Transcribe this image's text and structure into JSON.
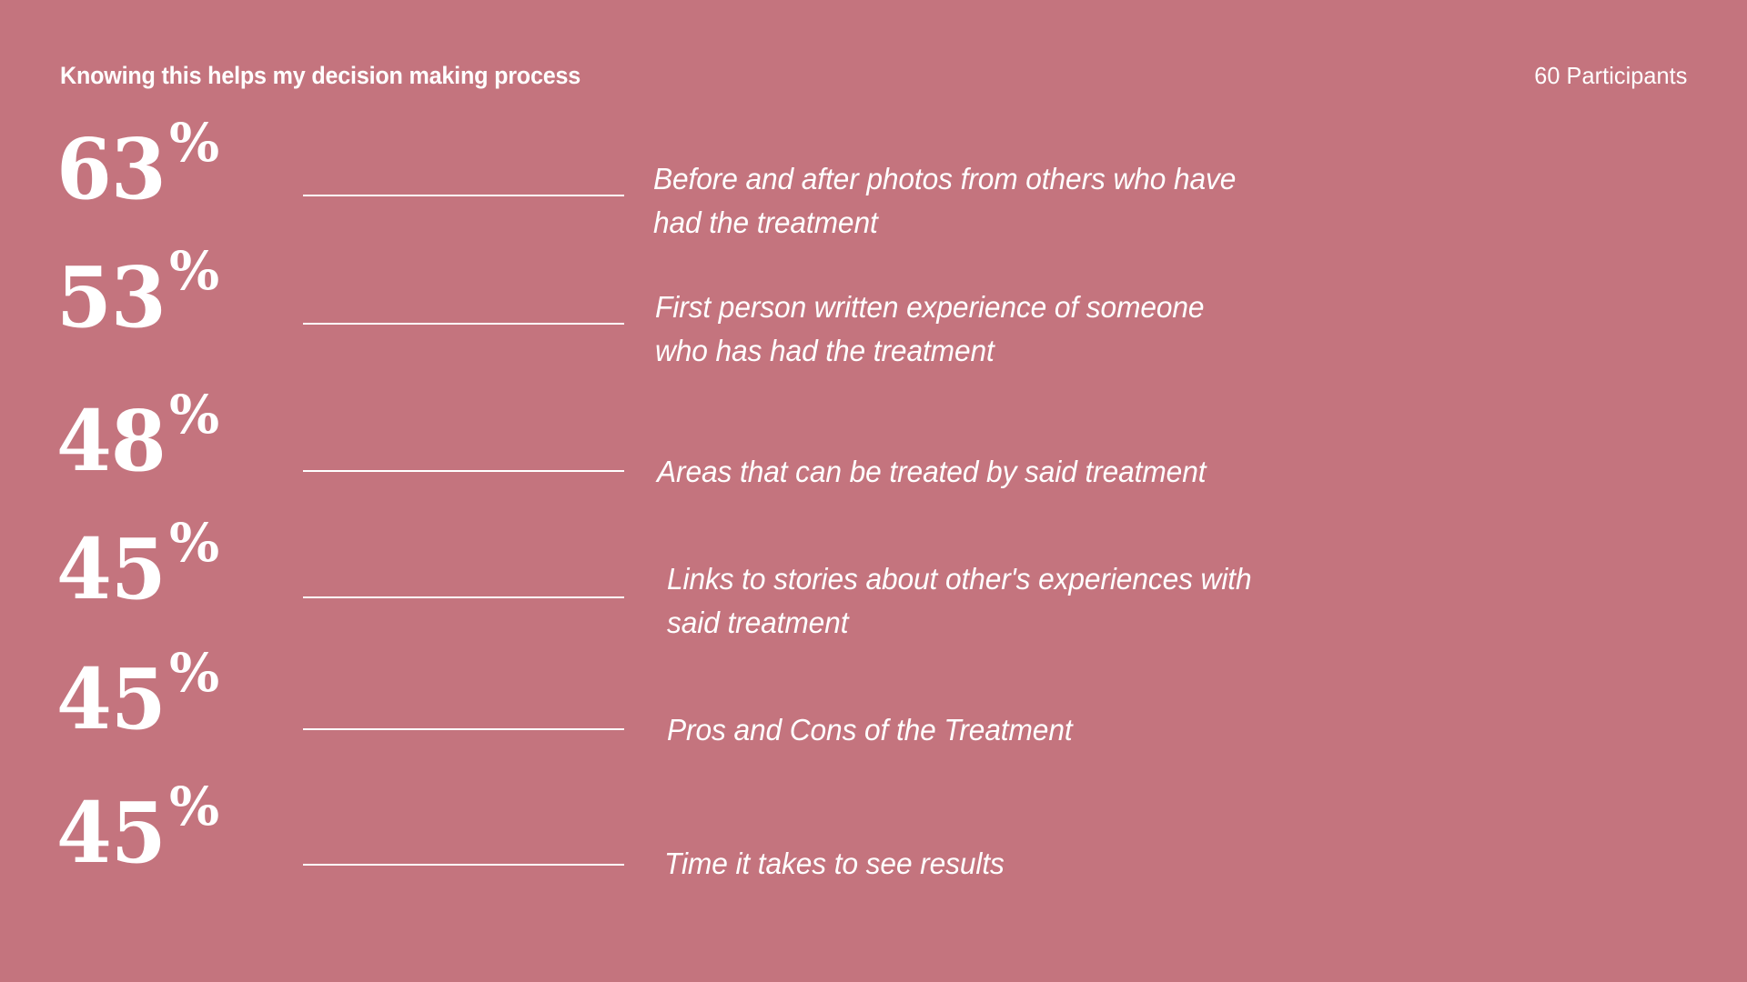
{
  "background_color": "#c4747e",
  "text_color": "#ffffff",
  "header": {
    "title": "Knowing this helps my decision making process",
    "participants": "60 Participants"
  },
  "chart_data": {
    "type": "bar",
    "title": "Knowing this helps my decision making process",
    "subtitle": "60 Participants",
    "xlabel": "",
    "ylabel": "",
    "unit": "%",
    "grid": false,
    "legend": "none",
    "categories": [
      "Before and after photos from others who have had the treatment",
      "First person written experience of someone who has had the treatment",
      "Areas that can be treated by said treatment",
      "Links to stories about other's experiences with said treatment",
      "Pros and Cons of the Treatment",
      "Time it takes to see results"
    ],
    "values": [
      63,
      53,
      48,
      45,
      45,
      45
    ],
    "ylim": [
      0,
      100
    ]
  },
  "rows": [
    {
      "value": "63",
      "percent_sign": "%",
      "description": "Before and after photos from others who have\nhad the treatment"
    },
    {
      "value": "53",
      "percent_sign": "%",
      "description": "First person written experience of someone\nwho has had the treatment"
    },
    {
      "value": "48",
      "percent_sign": "%",
      "description": "Areas that can be treated by said treatment"
    },
    {
      "value": "45",
      "percent_sign": "%",
      "description": "Links to stories about other's experiences with\nsaid treatment"
    },
    {
      "value": "45",
      "percent_sign": "%",
      "description": "Pros and Cons of the Treatment"
    },
    {
      "value": "45",
      "percent_sign": "%",
      "description": "Time it takes to see results"
    }
  ]
}
